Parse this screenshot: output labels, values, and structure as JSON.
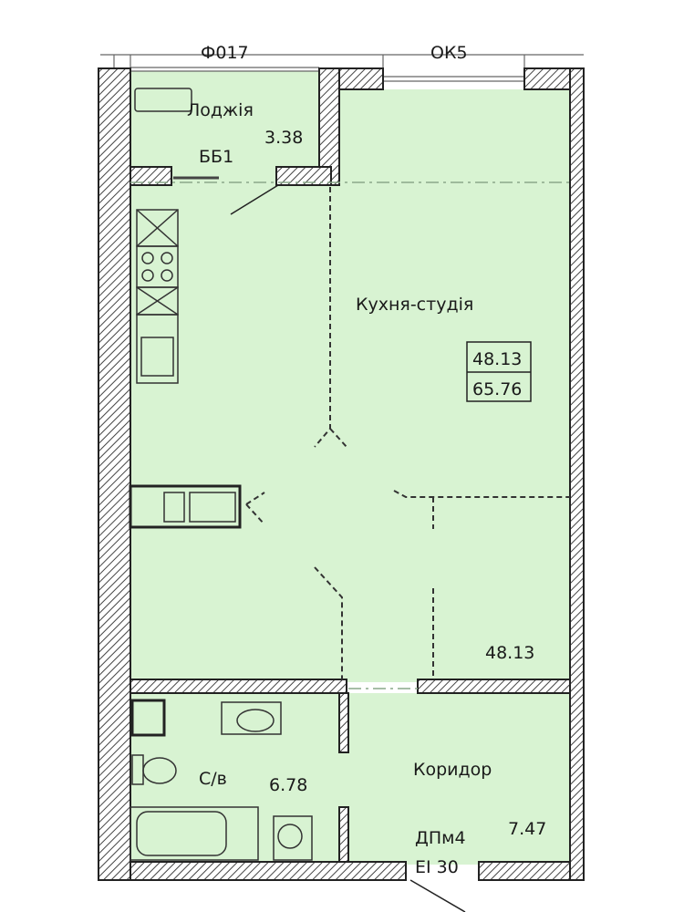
{
  "plan": {
    "window_labels": {
      "loggia_window": "Ф017",
      "main_window": "ОК5"
    },
    "rooms": [
      {
        "name": "Лоджія",
        "area": "3.38",
        "tag": "ББ1"
      },
      {
        "name": "Кухня-студія",
        "area_box_top": "48.13",
        "area_box_bottom": "65.76",
        "area": "48.13"
      },
      {
        "name": "С/в",
        "area": "6.78"
      },
      {
        "name": "Коридор",
        "area": "7.47",
        "door_tag": "ДПм4",
        "door_rating": "ЕІ 30"
      }
    ],
    "colors": {
      "floor": "#d8f3d2",
      "wall": "#555555"
    }
  }
}
